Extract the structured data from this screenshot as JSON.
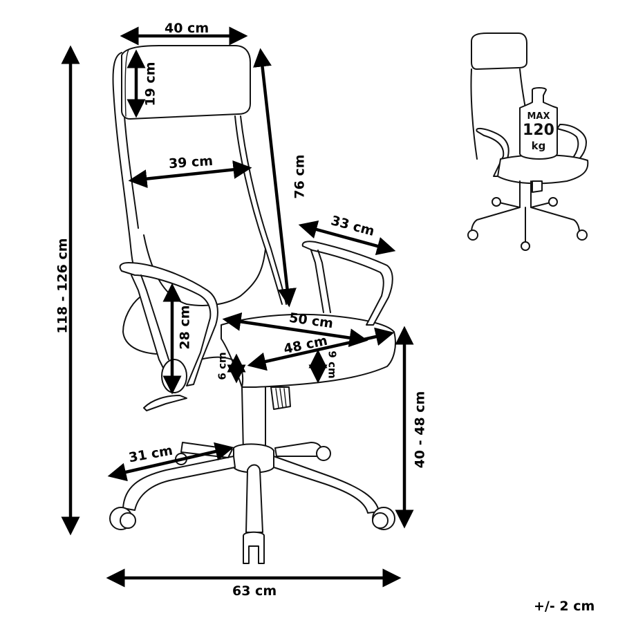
{
  "main_diagram": {
    "subject": "high-back office chair dimension drawing",
    "dimensions": {
      "headrest_width": "40 cm",
      "headrest_height": "19 cm",
      "backrest_width": "39 cm",
      "backrest_height": "76 cm",
      "armrest_length": "33 cm",
      "armrest_height": "28 cm",
      "seat_depth": "50 cm",
      "seat_width": "48 cm",
      "seat_front_thickness": "6 cm",
      "seat_thickness": "9 cm",
      "base_leg_length": "31 cm",
      "base_width": "63 cm",
      "seat_height": "40 - 48 cm",
      "total_height": "118 - 126 cm"
    },
    "tolerance": "+/- 2 cm"
  },
  "thumbnail": {
    "subject": "chair with weight-limit badge",
    "weight_badge": {
      "line1": "MAX",
      "line2": "120",
      "line3": "kg"
    }
  },
  "colors": {
    "line": "#111111",
    "background": "#ffffff"
  }
}
